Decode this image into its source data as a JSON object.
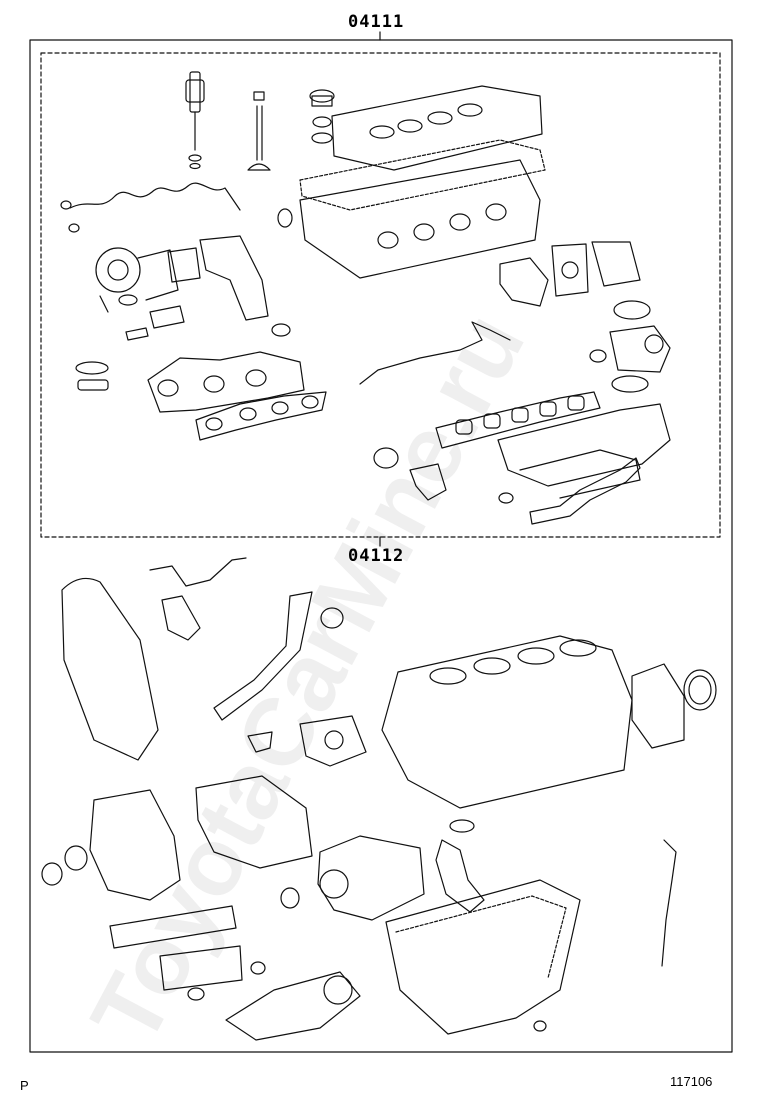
{
  "diagram": {
    "group_upper_label": "04111",
    "group_lower_label": "04112",
    "illustration_number": "117106",
    "corner_mark": "P",
    "watermark": "ToyotaCarMine.ru"
  }
}
